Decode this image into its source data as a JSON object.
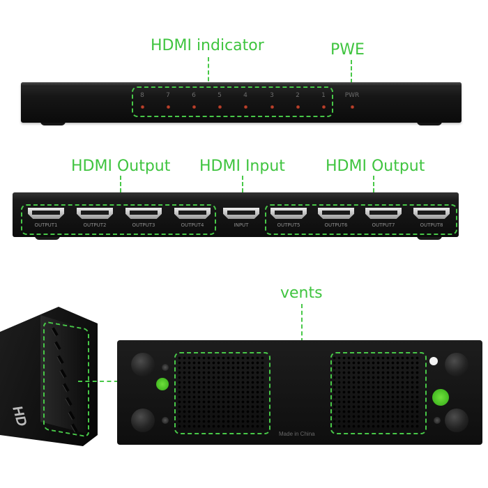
{
  "callouts": {
    "hdmi_indicator": "HDMI indicator",
    "pwe": "PWE",
    "hdmi_output_left": "HDMI Output",
    "hdmi_input": "HDMI Input",
    "hdmi_output_right": "HDMI Output",
    "vents": "vents"
  },
  "front": {
    "indicators": [
      "8",
      "7",
      "6",
      "5",
      "4",
      "3",
      "2",
      "1"
    ],
    "power_label": "PWR"
  },
  "ports": {
    "labels": [
      "OUTPUT1",
      "OUTPUT2",
      "OUTPUT3",
      "OUTPUT4",
      "INPUT",
      "OUTPUT5",
      "OUTPUT6",
      "OUTPUT7",
      "OUTPUT8"
    ]
  },
  "side": {
    "logo": "HD"
  },
  "bottom": {
    "made_in": "Made in China"
  },
  "colors": {
    "callout": "#3fc43f",
    "led": "#d4533a",
    "device": "#111111"
  }
}
